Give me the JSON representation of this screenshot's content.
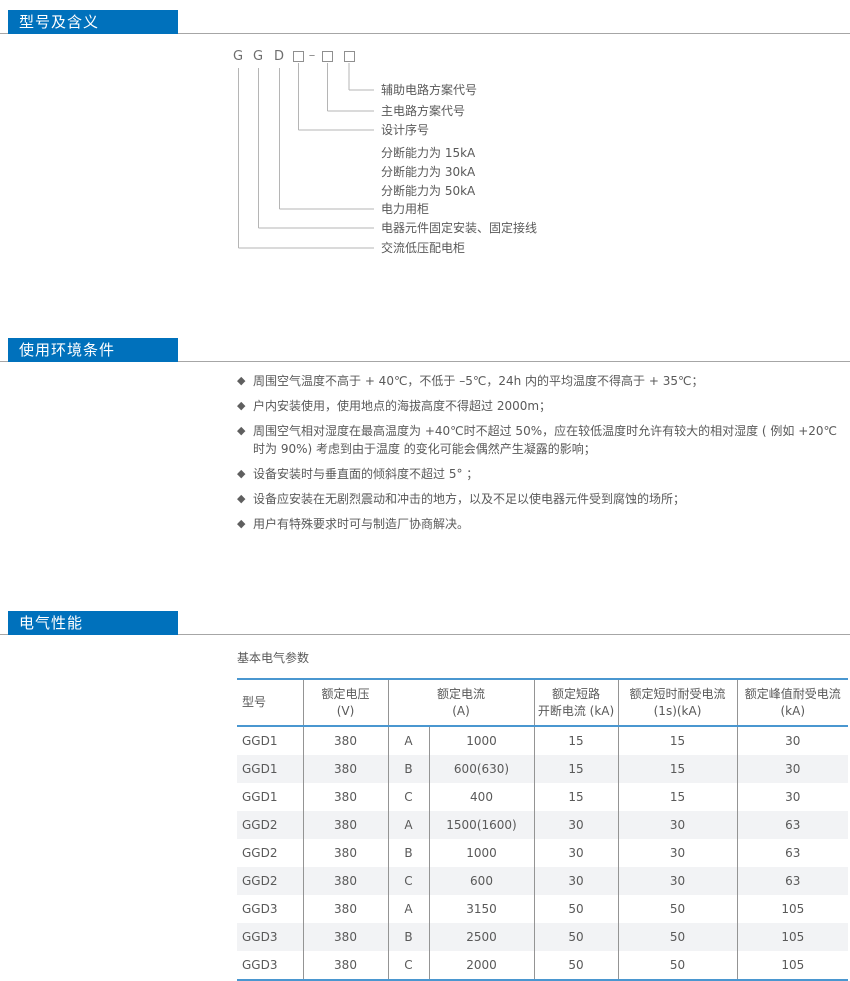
{
  "colors": {
    "accent_blue": "#0071bc",
    "table_border_blue": "#4a97d0",
    "divider_gray": "#949494",
    "alt_row_gray": "#f2f3f5",
    "text_gray": "#595959"
  },
  "sections": {
    "model_meaning": {
      "title": "型号及含义",
      "designation": {
        "letters": [
          "G",
          "G",
          "D"
        ],
        "separator": "–",
        "boxes": [
          "□",
          "□",
          "□"
        ],
        "labels": [
          "辅助电路方案代号",
          "主电路方案代号",
          "设计序号",
          "分断能力为 15kA",
          "分断能力为 30kA",
          "分断能力为 50kA",
          "电力用柜",
          "电器元件固定安装、固定接线",
          "交流低压配电柜"
        ]
      }
    },
    "environment": {
      "title": "使用环境条件",
      "bullet": "◆",
      "items": [
        "周围空气温度不高于 + 40℃，不低于 –5℃，24h 内的平均温度不得高于 + 35℃；",
        "户内安装使用，使用地点的海拔高度不得超过 2000m；",
        "周围空气相对湿度在最高温度为 +40℃时不超过 50%，应在较低温度时允许有较大的相对湿度 ( 例如 +20℃时为 90%) 考虑到由于温度 的变化可能会偶然产生凝露的影响；",
        "设备安装时与垂直面的倾斜度不超过 5° ；",
        "设备应安装在无剧烈震动和冲击的地方，以及不足以使电器元件受到腐蚀的场所；",
        "用户有特殊要求时可与制造厂协商解决。"
      ]
    },
    "electrical": {
      "title": "电气性能",
      "table_title": "基本电气参数",
      "table": {
        "headers": {
          "model": {
            "l1": "型号",
            "l2": ""
          },
          "voltage": {
            "l1": "额定电压",
            "l2": "(V)"
          },
          "current": {
            "l1": "额定电流",
            "l2": "(A)"
          },
          "breaking": {
            "l1": "额定短路",
            "l2": "开断电流 (kA)"
          },
          "withstand": {
            "l1": "额定短时耐受电流",
            "l2": "(1s)(kA)"
          },
          "peak": {
            "l1": "额定峰值耐受电流",
            "l2": "(kA)"
          }
        },
        "rows": [
          [
            "GGD1",
            "380",
            "A",
            "1000",
            "15",
            "15",
            "30"
          ],
          [
            "GGD1",
            "380",
            "B",
            "600(630)",
            "15",
            "15",
            "30"
          ],
          [
            "GGD1",
            "380",
            "C",
            "400",
            "15",
            "15",
            "30"
          ],
          [
            "GGD2",
            "380",
            "A",
            "1500(1600)",
            "30",
            "30",
            "63"
          ],
          [
            "GGD2",
            "380",
            "B",
            "1000",
            "30",
            "30",
            "63"
          ],
          [
            "GGD2",
            "380",
            "C",
            "600",
            "30",
            "30",
            "63"
          ],
          [
            "GGD3",
            "380",
            "A",
            "3150",
            "50",
            "50",
            "105"
          ],
          [
            "GGD3",
            "380",
            "B",
            "2500",
            "50",
            "50",
            "105"
          ],
          [
            "GGD3",
            "380",
            "C",
            "2000",
            "50",
            "50",
            "105"
          ]
        ]
      }
    }
  }
}
